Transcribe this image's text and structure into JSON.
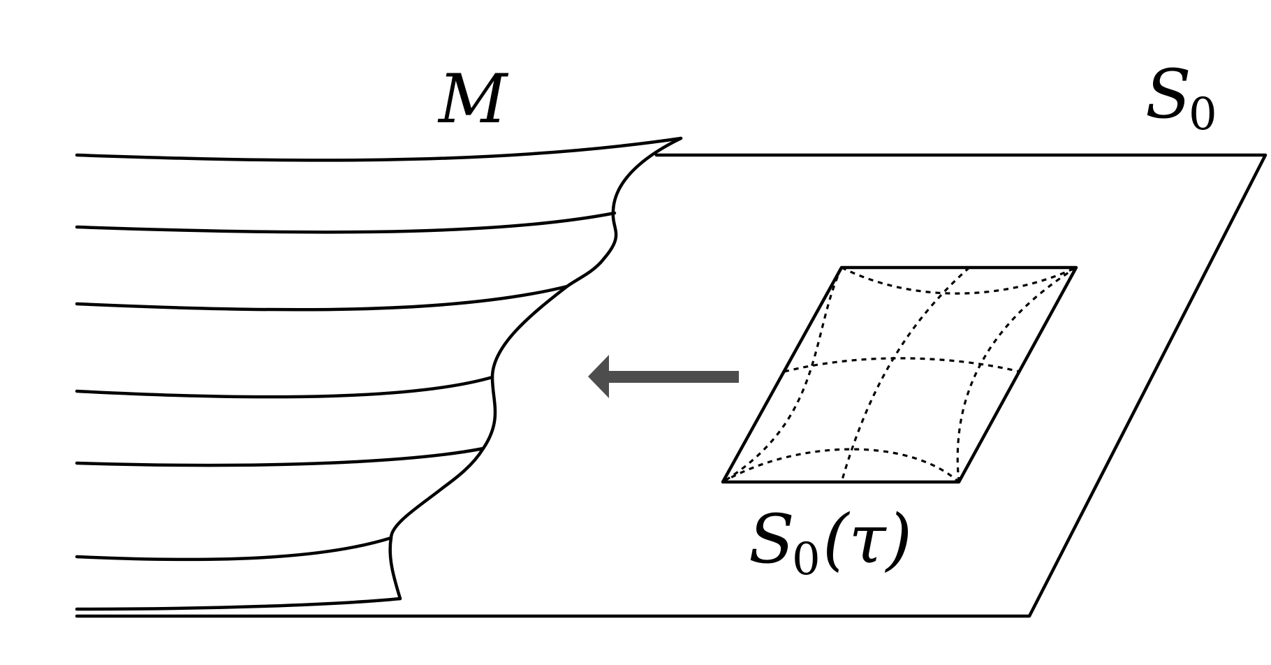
{
  "labels": {
    "manifold": "M",
    "slice_base": "S",
    "slice_sub": "0",
    "fiber_base": "S",
    "fiber_sub": "0",
    "fiber_arg": "(τ)"
  },
  "colors": {
    "ink": "#000000",
    "arrow": "#4d4d4d",
    "background": "#ffffff"
  },
  "arrow": {
    "direction": "left"
  }
}
